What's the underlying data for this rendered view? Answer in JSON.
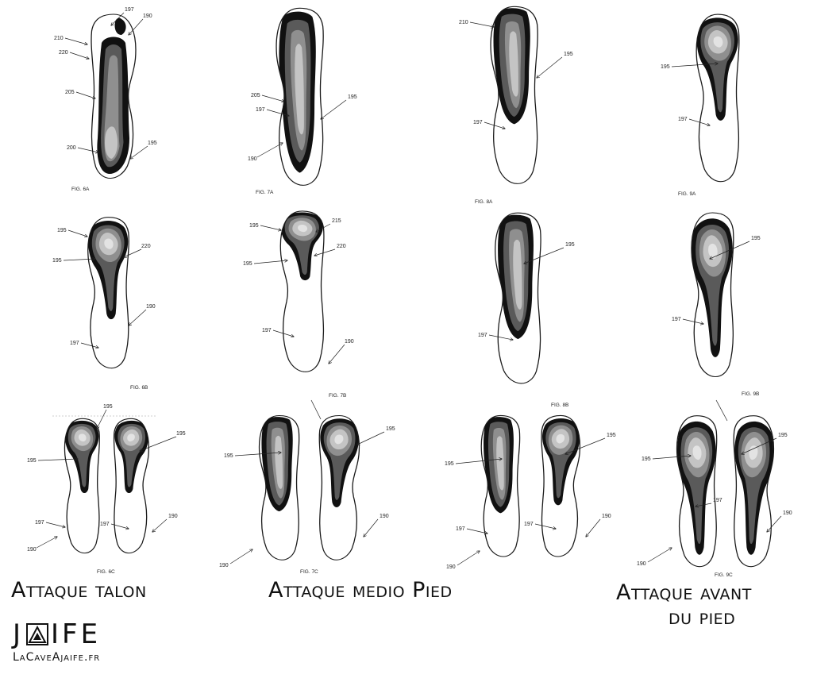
{
  "captions": {
    "heel": "Attaque talon",
    "midfoot": "Attaque medio Pied",
    "forefoot_line1": "Attaque avant",
    "forefoot_line2": "du pied"
  },
  "logo": {
    "brand_pre": "J",
    "brand_post": "IFE",
    "site": "LaCaveAjaife.fr",
    "mark_icon": "triangle-in-square-icon"
  },
  "figures": {
    "f6a": "FIG. 6A",
    "f6b": "FIG. 6B",
    "f6c": "FIG. 6C",
    "f7a": "FIG. 7A",
    "f7b": "FIG. 7B",
    "f7c": "FIG. 7C",
    "f8a": "FIG. 8A",
    "f8b": "FIG. 8B",
    "f9a": "FIG. 9A",
    "f9b": "FIG. 9B",
    "f9c": "FIG. 9C"
  },
  "refs": {
    "r190": "190",
    "r195": "195",
    "r197": "197",
    "r200": "200",
    "r205": "205",
    "r210": "210",
    "r215": "215",
    "r220": "220"
  },
  "colors": {
    "outline": "#1a1a1a",
    "very_high": "#111111",
    "high": "#5a5a5a",
    "mid": "#8f8f8f",
    "low": "#c4c4c4",
    "very_low": "#e3e3e3"
  }
}
